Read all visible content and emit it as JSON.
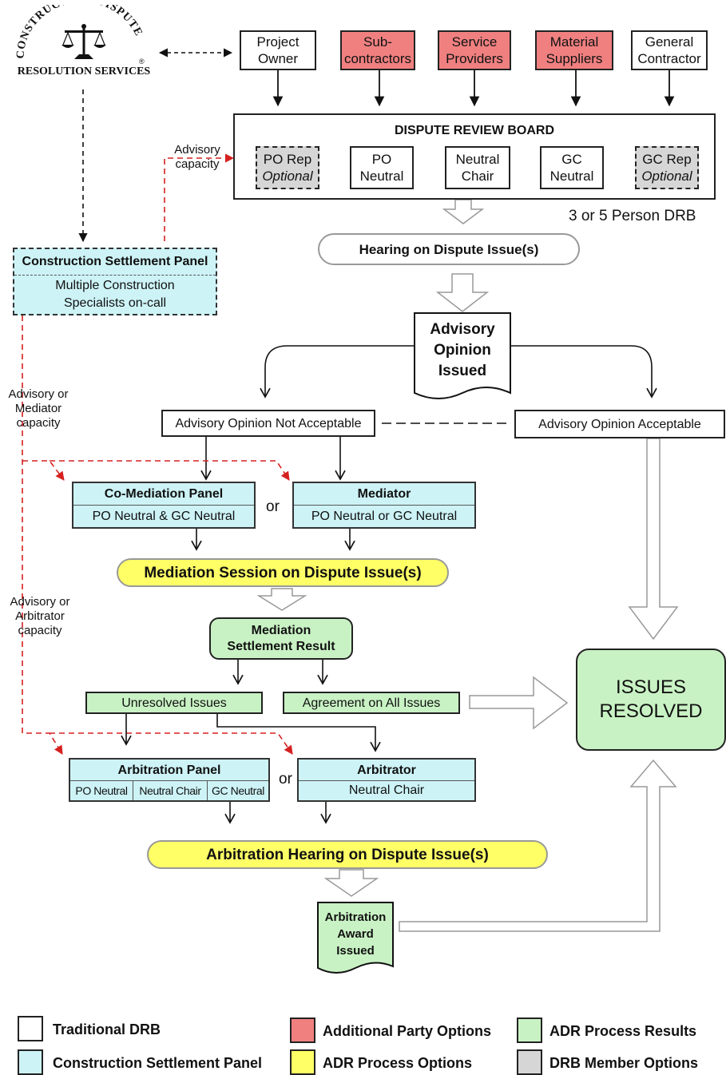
{
  "logo": {
    "arc_text": "CONSTRUCTION DISPUTE",
    "sub_text": "RESOLUTION SERVICES",
    "mark": "®",
    "icon": "scales-of-justice-icon"
  },
  "parties": [
    {
      "id": "owner",
      "line1": "Project",
      "line2": "Owner",
      "category": "traditional"
    },
    {
      "id": "subs",
      "line1": "Sub-",
      "line2": "contractors",
      "category": "additional"
    },
    {
      "id": "service",
      "line1": "Service",
      "line2": "Providers",
      "category": "additional"
    },
    {
      "id": "material",
      "line1": "Material",
      "line2": "Suppliers",
      "category": "additional"
    },
    {
      "id": "gc",
      "line1": "General",
      "line2": "Contractor",
      "category": "traditional"
    }
  ],
  "drb": {
    "title": "DISPUTE REVIEW BOARD",
    "members": [
      {
        "line1": "PO Rep",
        "line2": "Optional",
        "optional": true
      },
      {
        "line1": "PO",
        "line2": "Neutral",
        "optional": false
      },
      {
        "line1": "Neutral",
        "line2": "Chair",
        "optional": false
      },
      {
        "line1": "GC",
        "line2": "Neutral",
        "optional": false
      },
      {
        "line1": "GC Rep",
        "line2": "Optional",
        "optional": true
      }
    ],
    "size_note": "3 or 5 Person DRB"
  },
  "labels": {
    "advisory_capacity": [
      "Advisory",
      "capacity"
    ],
    "advisory_mediator": [
      "Advisory or",
      "Mediator",
      "capacity"
    ],
    "advisory_arbitrator": [
      "Advisory or",
      "Arbitrator",
      "capacity"
    ],
    "or": "or"
  },
  "csp": {
    "title": "Construction Settlement Panel",
    "line1": "Multiple Construction",
    "line2": "Specialists on-call"
  },
  "hearing": "Hearing on Dispute Issue(s)",
  "advisory_opinion": [
    "Advisory",
    "Opinion",
    "Issued"
  ],
  "not_acceptable": "Advisory Opinion Not Acceptable",
  "acceptable": "Advisory Opinion Acceptable",
  "co_mediation": {
    "title": "Co-Mediation Panel",
    "sub": "PO Neutral & GC Neutral"
  },
  "mediator": {
    "title": "Mediator",
    "sub": "PO Neutral or GC Neutral"
  },
  "mediation_session": "Mediation Session on Dispute Issue(s)",
  "mediation_result": [
    "Mediation",
    "Settlement Result"
  ],
  "unresolved": "Unresolved Issues",
  "agreement": "Agreement on All Issues",
  "resolved": [
    "ISSUES",
    "RESOLVED"
  ],
  "arbitration_panel": {
    "title": "Arbitration Panel",
    "cells": [
      "PO Neutral",
      "Neutral Chair",
      "GC Neutral"
    ]
  },
  "arbitrator": {
    "title": "Arbitrator",
    "sub": "Neutral Chair"
  },
  "arbitration_hearing": "Arbitration Hearing on Dispute Issue(s)",
  "award": [
    "Arbitration",
    "Award",
    "Issued"
  ],
  "legend": [
    {
      "label": "Traditional DRB",
      "color": "#ffffff"
    },
    {
      "label": "Additional Party Options",
      "color": "#f08080"
    },
    {
      "label": "ADR Process Results",
      "color": "#c9f2c4"
    },
    {
      "label": "Construction Settlement Panel",
      "color": "#cdf3f6"
    },
    {
      "label": "ADR Process Options",
      "color": "#ffff66"
    },
    {
      "label": "DRB Member Options",
      "color": "#d6d6d6"
    }
  ]
}
